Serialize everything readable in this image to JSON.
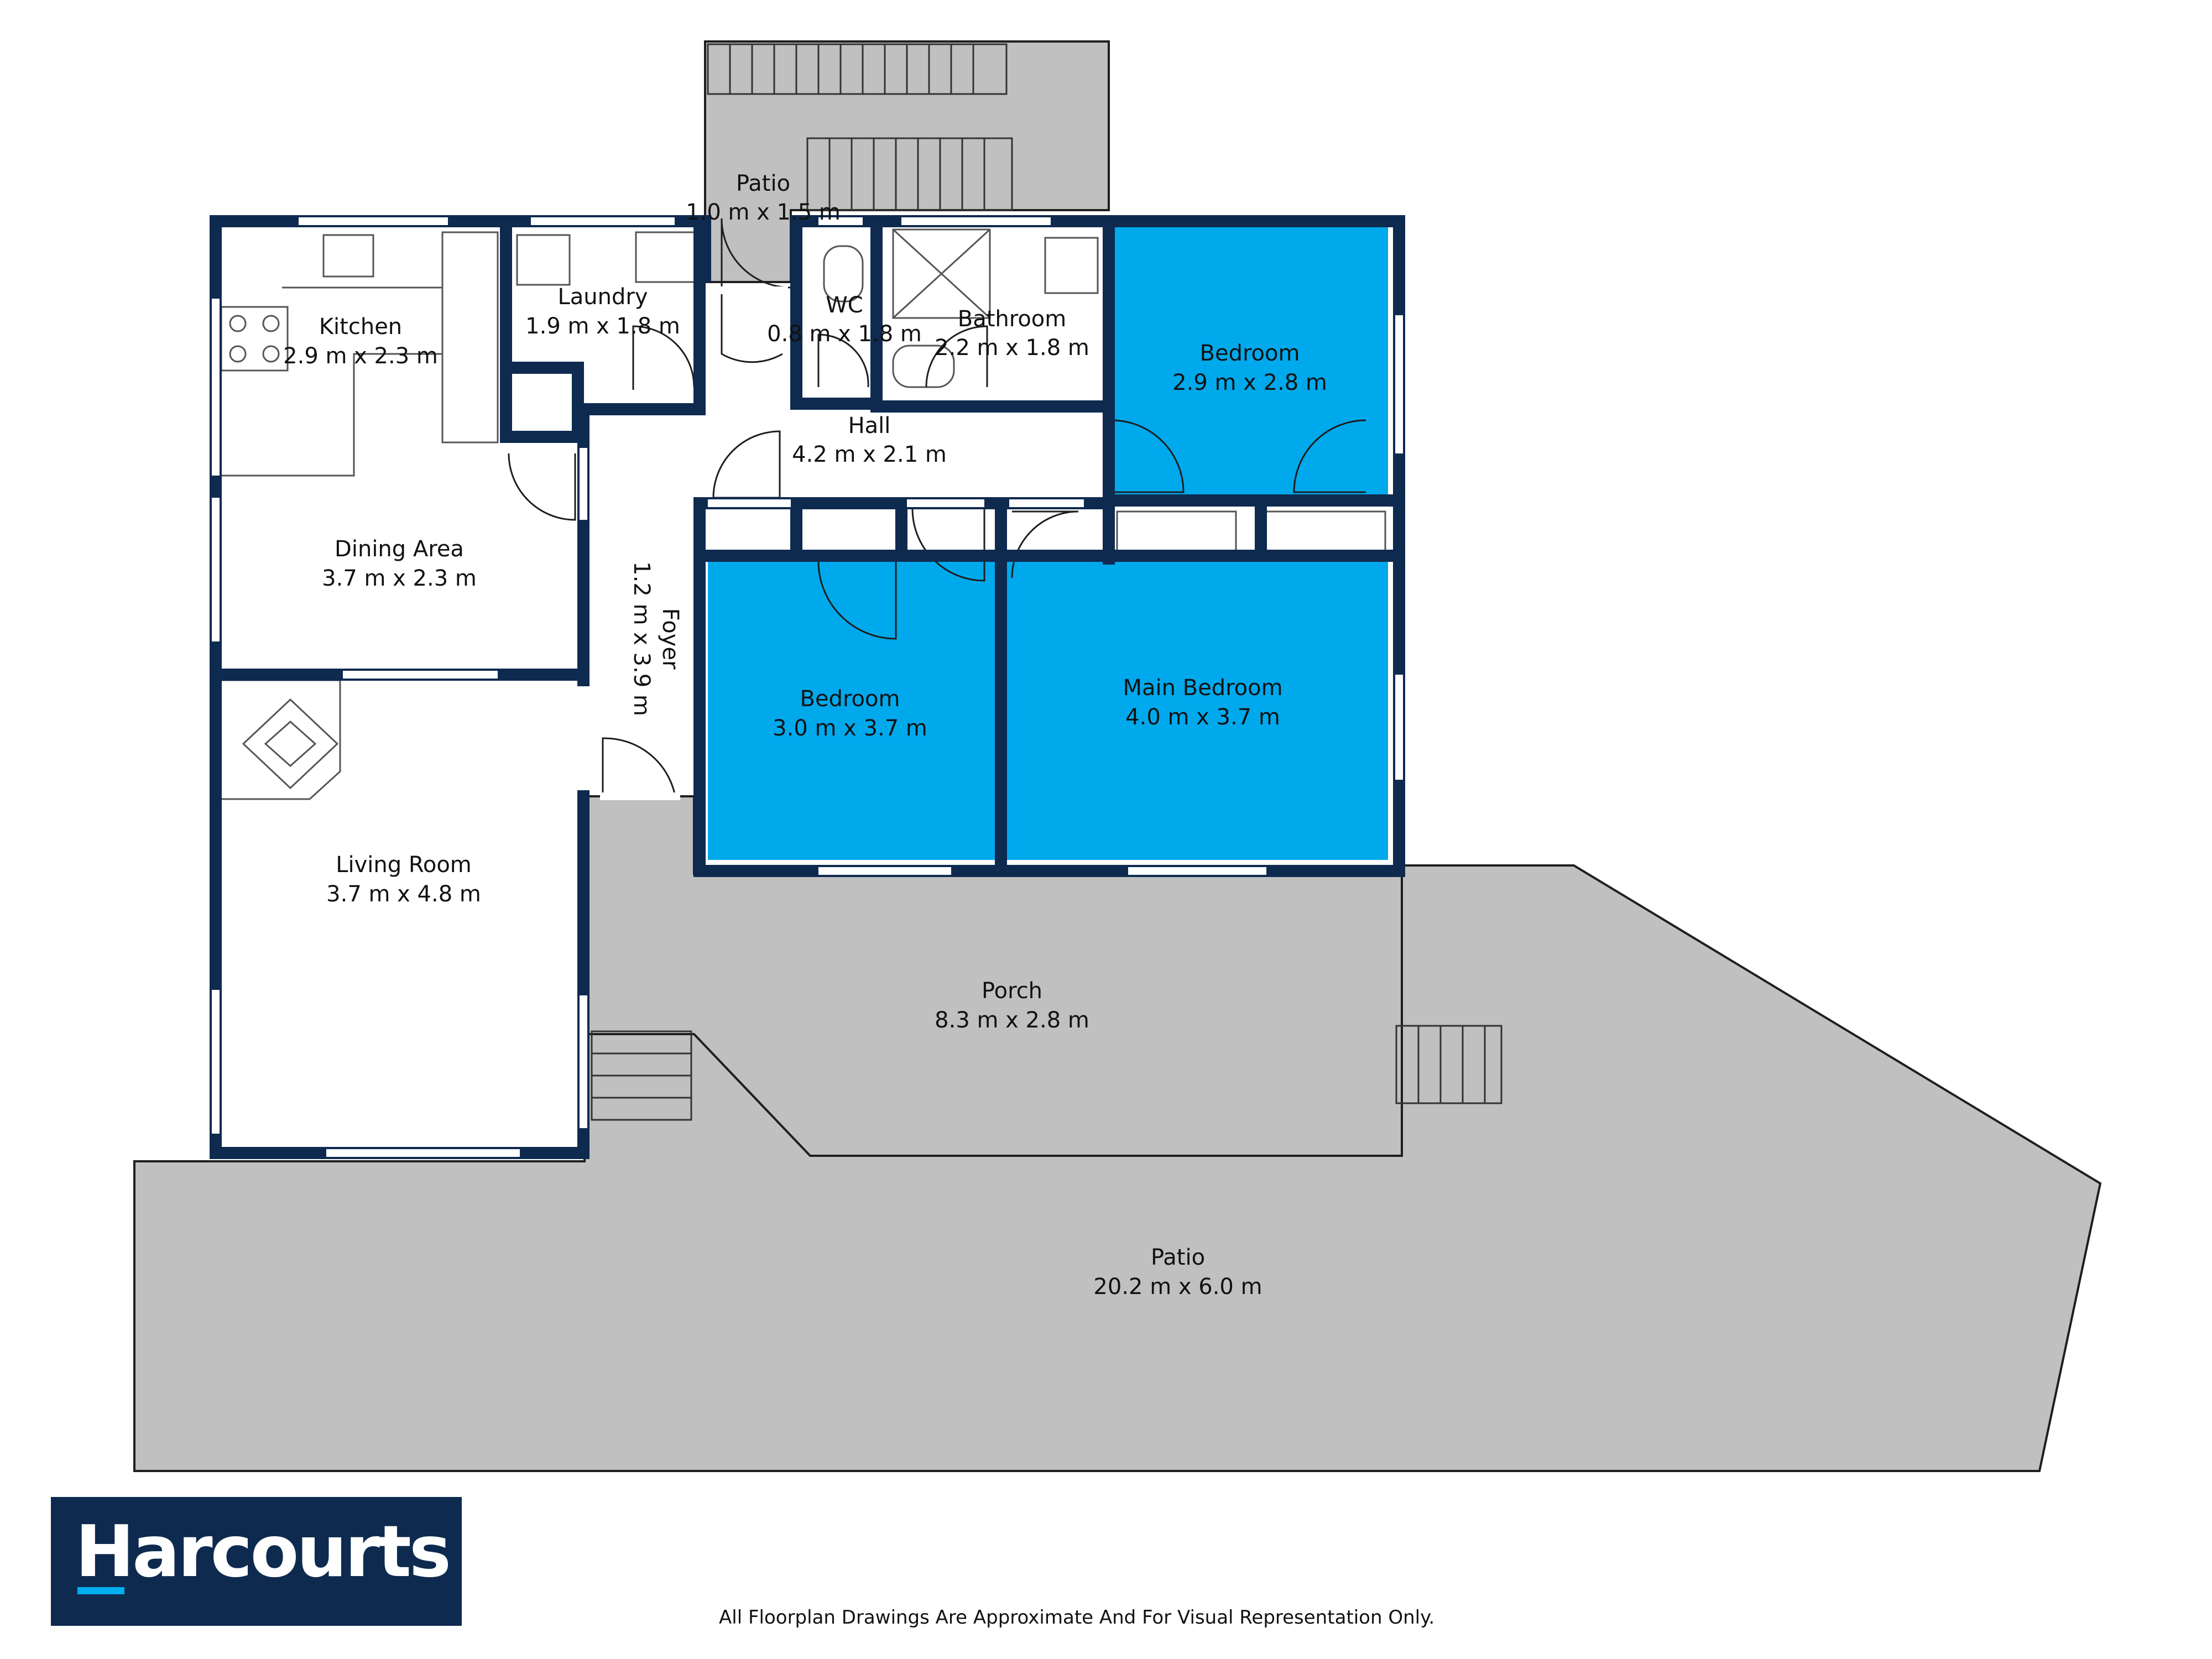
{
  "colors": {
    "wall": "#0e2a4f",
    "blue_room": "#00a9ec",
    "outdoor": "#c0c0c0",
    "brand_bar": "#00aeef"
  },
  "rooms": [
    {
      "id": "patio_top",
      "name": "Patio",
      "dims": "1.0 m x 1.5 m"
    },
    {
      "id": "kitchen",
      "name": "Kitchen",
      "dims": "2.9 m x 2.3 m"
    },
    {
      "id": "laundry",
      "name": "Laundry",
      "dims": "1.9 m x 1.8 m"
    },
    {
      "id": "wc",
      "name": "WC",
      "dims": "0.8 m x 1.8 m"
    },
    {
      "id": "bathroom",
      "name": "Bathroom",
      "dims": "2.2 m x 1.8 m"
    },
    {
      "id": "bedroom_ne",
      "name": "Bedroom",
      "dims": "2.9 m x 2.8 m"
    },
    {
      "id": "hall",
      "name": "Hall",
      "dims": "4.2 m x 2.1 m"
    },
    {
      "id": "dining",
      "name": "Dining Area",
      "dims": "3.7 m x 2.3 m"
    },
    {
      "id": "foyer",
      "name": "Foyer",
      "dims": "1.2 m x 3.9 m"
    },
    {
      "id": "bedroom",
      "name": "Bedroom",
      "dims": "3.0 m x 3.7 m"
    },
    {
      "id": "main_bedroom",
      "name": "Main Bedroom",
      "dims": "4.0 m x 3.7 m"
    },
    {
      "id": "living",
      "name": "Living Room",
      "dims": "3.7 m x 4.8 m"
    },
    {
      "id": "porch",
      "name": "Porch",
      "dims": "8.3 m x 2.8 m"
    },
    {
      "id": "patio_big",
      "name": "Patio",
      "dims": "20.2 m x 6.0 m"
    }
  ],
  "logo": {
    "text": "Harcourts"
  },
  "disclaimer": "All Floorplan Drawings Are Approximate And For Visual Representation Only."
}
